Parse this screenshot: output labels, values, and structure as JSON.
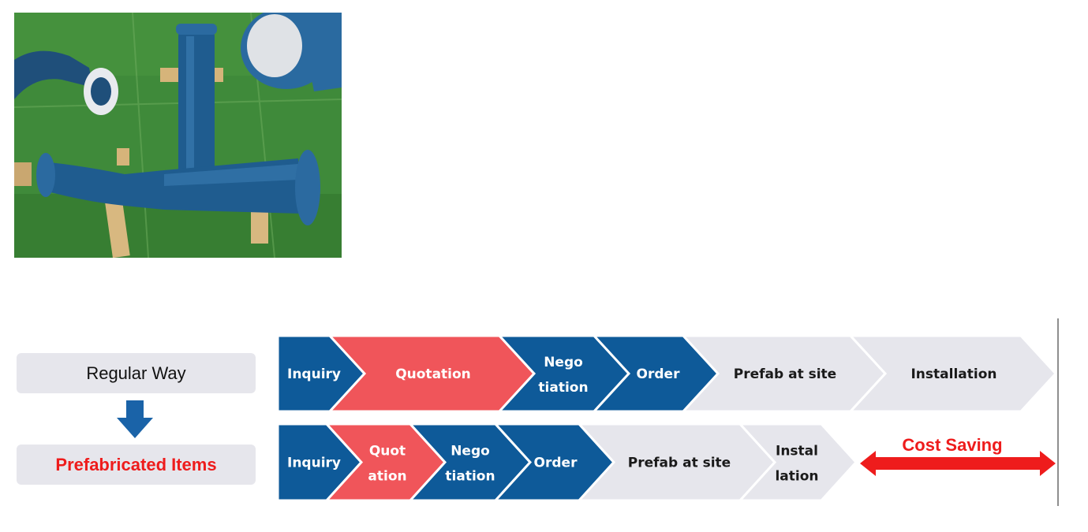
{
  "regular_way_label": "Regular Way",
  "prefab_label": "Prefabricated Items",
  "row1": [
    {
      "lines": [
        "Inquiry"
      ],
      "fill": "#0e5a99",
      "text_color": "#ffffff"
    },
    {
      "lines": [
        "Quotation"
      ],
      "fill": "#f0555a",
      "text_color": "#ffffff"
    },
    {
      "lines": [
        "Nego",
        "tiation"
      ],
      "fill": "#0e5a99",
      "text_color": "#ffffff"
    },
    {
      "lines": [
        "Order"
      ],
      "fill": "#0e5a99",
      "text_color": "#ffffff"
    },
    {
      "lines": [
        "Prefab at site"
      ],
      "fill": "#e6e6ec",
      "text_color": "#1a1a1a"
    },
    {
      "lines": [
        "Installation"
      ],
      "fill": "#e6e6ec",
      "text_color": "#1a1a1a"
    }
  ],
  "row2": [
    {
      "lines": [
        "Inquiry"
      ],
      "fill": "#0e5a99",
      "text_color": "#ffffff"
    },
    {
      "lines": [
        "Quot",
        "ation"
      ],
      "fill": "#f0555a",
      "text_color": "#ffffff"
    },
    {
      "lines": [
        "Nego",
        "tiation"
      ],
      "fill": "#0e5a99",
      "text_color": "#ffffff"
    },
    {
      "lines": [
        "Order"
      ],
      "fill": "#0e5a99",
      "text_color": "#ffffff"
    },
    {
      "lines": [
        "Prefab at site"
      ],
      "fill": "#e6e6ec",
      "text_color": "#1a1a1a"
    },
    {
      "lines": [
        "Instal",
        "lation"
      ],
      "fill": "#e6e6ec",
      "text_color": "#1a1a1a"
    }
  ],
  "cost_saving_label": "Cost Saving",
  "colors": {
    "blue": "#0e5a99",
    "red": "#f0555a",
    "gray": "#e6e6ec",
    "accent_red": "#ee1c1c",
    "arrow_blue": "#1a63a8"
  }
}
